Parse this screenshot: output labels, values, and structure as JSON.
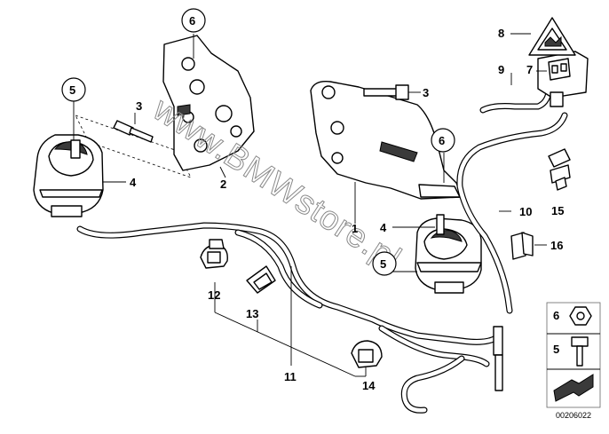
{
  "diagram": {
    "watermark": "www.BMWstore.pl",
    "document_number": "00206022",
    "callouts": {
      "c1": "1",
      "c2": "2",
      "c3a": "3",
      "c3b": "3",
      "c4a": "4",
      "c4b": "4",
      "c5a": "5",
      "c5b": "5",
      "c6a": "6",
      "c6b": "6",
      "c7": "7",
      "c8": "8",
      "c9": "9",
      "c10": "10",
      "c11": "11",
      "c12": "12",
      "c13": "13",
      "c14": "14",
      "c15": "15",
      "c16": "16"
    },
    "legend": {
      "item6": "6",
      "item5": "5"
    }
  }
}
